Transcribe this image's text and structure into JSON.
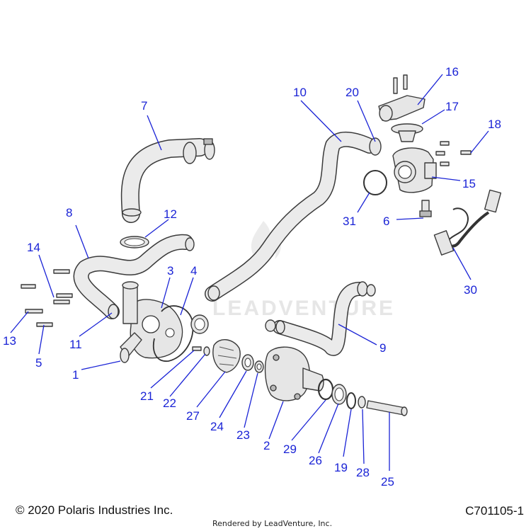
{
  "watermark": "LEADVENTURE",
  "footer": {
    "copyright": "© 2020 Polaris Industries Inc.",
    "figure_id": "C701105-1",
    "credit": "Rendered by LeadVenture, Inc."
  },
  "callouts": [
    "1",
    "2",
    "3",
    "4",
    "5",
    "6",
    "7",
    "8",
    "9",
    "10",
    "11",
    "12",
    "13",
    "14",
    "15",
    "16",
    "17",
    "18",
    "20",
    "21",
    "22",
    "23",
    "24",
    "25",
    "26",
    "27",
    "28",
    "29",
    "30",
    "31"
  ]
}
